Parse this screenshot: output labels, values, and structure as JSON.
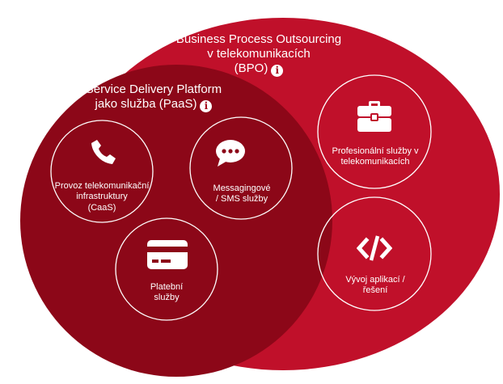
{
  "outer": {
    "title_line1": "Business Process Outsourcing",
    "title_line2": "v telekomunikacích",
    "title_line3": "(BPO)"
  },
  "inner": {
    "title_line1": "Service Delivery Platform",
    "title_line2": "jako služba (PaaS)"
  },
  "info_glyph": "i",
  "services": [
    {
      "line1": "Provoz telekomunikační",
      "line2": "infrastruktury",
      "line3": "(CaaS)",
      "icon": "phone-icon"
    },
    {
      "line1": "Messagingové",
      "line2": "/ SMS služby",
      "icon": "chat-bubble-icon"
    },
    {
      "line1": "Platební",
      "line2": "služby",
      "icon": "credit-card-icon"
    },
    {
      "line1": "Profesionální služby v",
      "line2": "telekomunikacích",
      "icon": "briefcase-icon"
    },
    {
      "line1": "Vývoj aplikací /",
      "line2": "řešení",
      "icon": "code-icon"
    }
  ],
  "colors": {
    "outer_fill": "#c0102a",
    "inner_fill": "#8c0718",
    "stroke": "#ffffff",
    "info_text": "#a50b1e"
  }
}
